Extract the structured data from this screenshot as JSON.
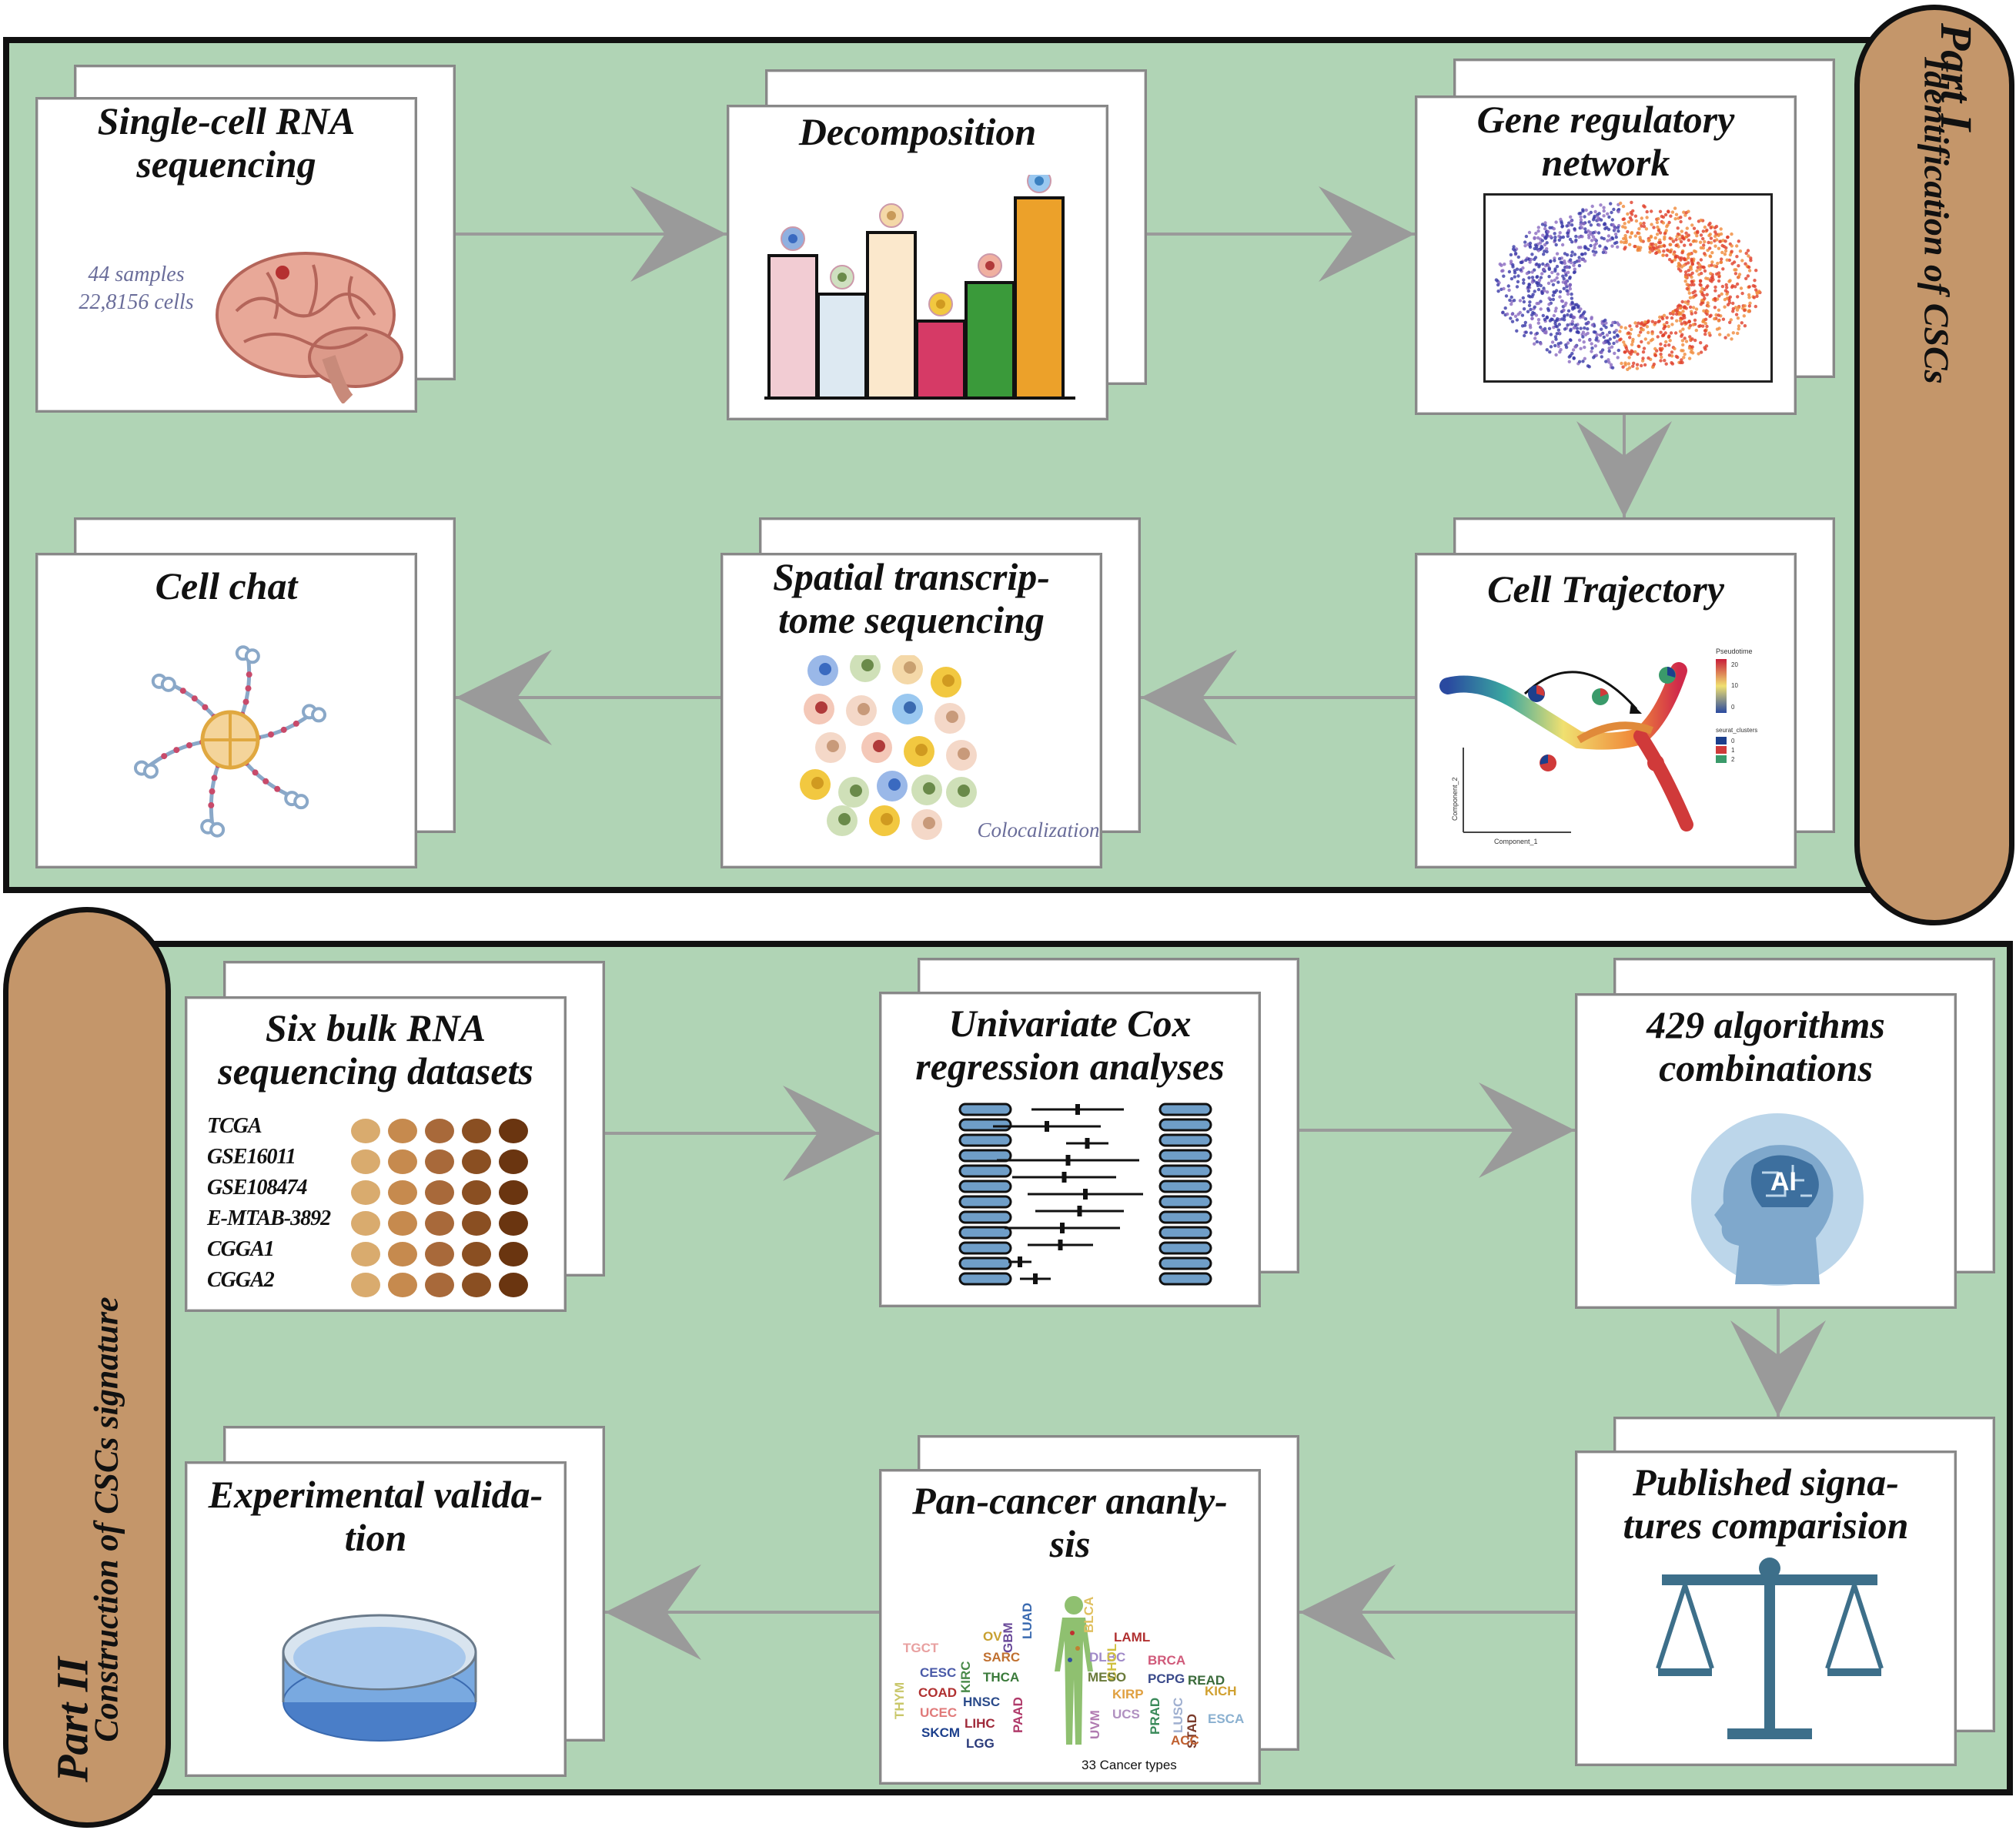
{
  "part1": {
    "label": "Part I",
    "sublabel": "Identification of CSCs",
    "steps": [
      {
        "id": "scrna",
        "title": "Single-cell RNA\nsequencing",
        "note_lines": [
          "44 samples",
          "22,8156 cells"
        ]
      },
      {
        "id": "decomp",
        "title": "Decomposition"
      },
      {
        "id": "grn",
        "title": "Gene regulatory\nnetwork"
      },
      {
        "id": "traj",
        "title": "Cell Trajectory",
        "legend_title_1": "Pseudotime",
        "legend_ticks": [
          "20",
          "10",
          "0"
        ],
        "legend_title_2": "seurat_clusters",
        "cluster_ticks": [
          "0",
          "1",
          "2"
        ],
        "xaxis": "Component_1",
        "yaxis": "Component_2"
      },
      {
        "id": "spatial",
        "title": "Spatial transcrip-\ntome sequencing",
        "note": "Colocalization"
      },
      {
        "id": "chat",
        "title": "Cell  chat"
      }
    ]
  },
  "part2": {
    "label": "Part II",
    "sublabel": "Construction of CSCs signature",
    "steps": [
      {
        "id": "bulk",
        "title": "Six bulk RNA\nsequencing datasets",
        "datasets": [
          "TCGA",
          "GSE16011",
          "GSE108474",
          "E-MTAB-3892",
          "CGGA1",
          "CGGA2"
        ]
      },
      {
        "id": "cox",
        "title": "Univariate Cox\nregression analyses"
      },
      {
        "id": "algo",
        "title": "429 algorithms\ncombinations",
        "icon_text": "AI"
      },
      {
        "id": "pub",
        "title": "Published signa-\ntures comparision"
      },
      {
        "id": "pan",
        "title": "Pan-cancer ananly-\nsis",
        "caption": "33 Cancer types",
        "cancer_types": [
          {
            "t": "TGCT",
            "c": "#e8a0a0"
          },
          {
            "t": "CESC",
            "c": "#4a5aa8"
          },
          {
            "t": "COAD",
            "c": "#b03030"
          },
          {
            "t": "UCEC",
            "c": "#e07a7a"
          },
          {
            "t": "SKCM",
            "c": "#1c3f8c"
          },
          {
            "t": "THYM",
            "c": "#c9c76a"
          },
          {
            "t": "KIRC",
            "c": "#4a8a4a"
          },
          {
            "t": "OV",
            "c": "#c8a030"
          },
          {
            "t": "GBM",
            "c": "#6a4a9a"
          },
          {
            "t": "LUAD",
            "c": "#3a6ab0"
          },
          {
            "t": "SARC",
            "c": "#c07030"
          },
          {
            "t": "THCA",
            "c": "#3a7a3a"
          },
          {
            "t": "HNSC",
            "c": "#2a4a8a"
          },
          {
            "t": "LIHC",
            "c": "#a02a3a"
          },
          {
            "t": "PAAD",
            "c": "#b03a6a"
          },
          {
            "t": "LGG",
            "c": "#2a3a7a"
          },
          {
            "t": "BLCA",
            "c": "#e0c060"
          },
          {
            "t": "LAML",
            "c": "#b03030"
          },
          {
            "t": "DLBC",
            "c": "#a08ac8"
          },
          {
            "t": "CHOL",
            "c": "#d0c040"
          },
          {
            "t": "MESO",
            "c": "#6a7a3a"
          },
          {
            "t": "UVM",
            "c": "#b07ab0"
          },
          {
            "t": "KIRP",
            "c": "#e0a040"
          },
          {
            "t": "UCS",
            "c": "#b090c0"
          },
          {
            "t": "BRCA",
            "c": "#d05a7a"
          },
          {
            "t": "PCPG",
            "c": "#3a4a8a"
          },
          {
            "t": "PRAD",
            "c": "#3a8a5a"
          },
          {
            "t": "LUSC",
            "c": "#a0b0d0"
          },
          {
            "t": "STAD",
            "c": "#7a3a2a"
          },
          {
            "t": "READ",
            "c": "#3a6a3a"
          },
          {
            "t": "KICH",
            "c": "#d0a030"
          },
          {
            "t": "ESCA",
            "c": "#8ab0d0"
          },
          {
            "t": "ACC",
            "c": "#c06030"
          }
        ]
      },
      {
        "id": "exp",
        "title": "Experimental valida-\ntion"
      }
    ]
  },
  "colors": {
    "panel": "#b0d4b5",
    "tab": "#c4966a",
    "arrow": "#9a9a9a",
    "bars": [
      "#f2ccd3",
      "#dde9f2",
      "#fbe8cc",
      "#d63a66",
      "#3a9a3a",
      "#eca12a"
    ],
    "dots": [
      "#d9ab6e",
      "#c68a4e",
      "#a8693a",
      "#8a4f22",
      "#6a3510"
    ]
  }
}
